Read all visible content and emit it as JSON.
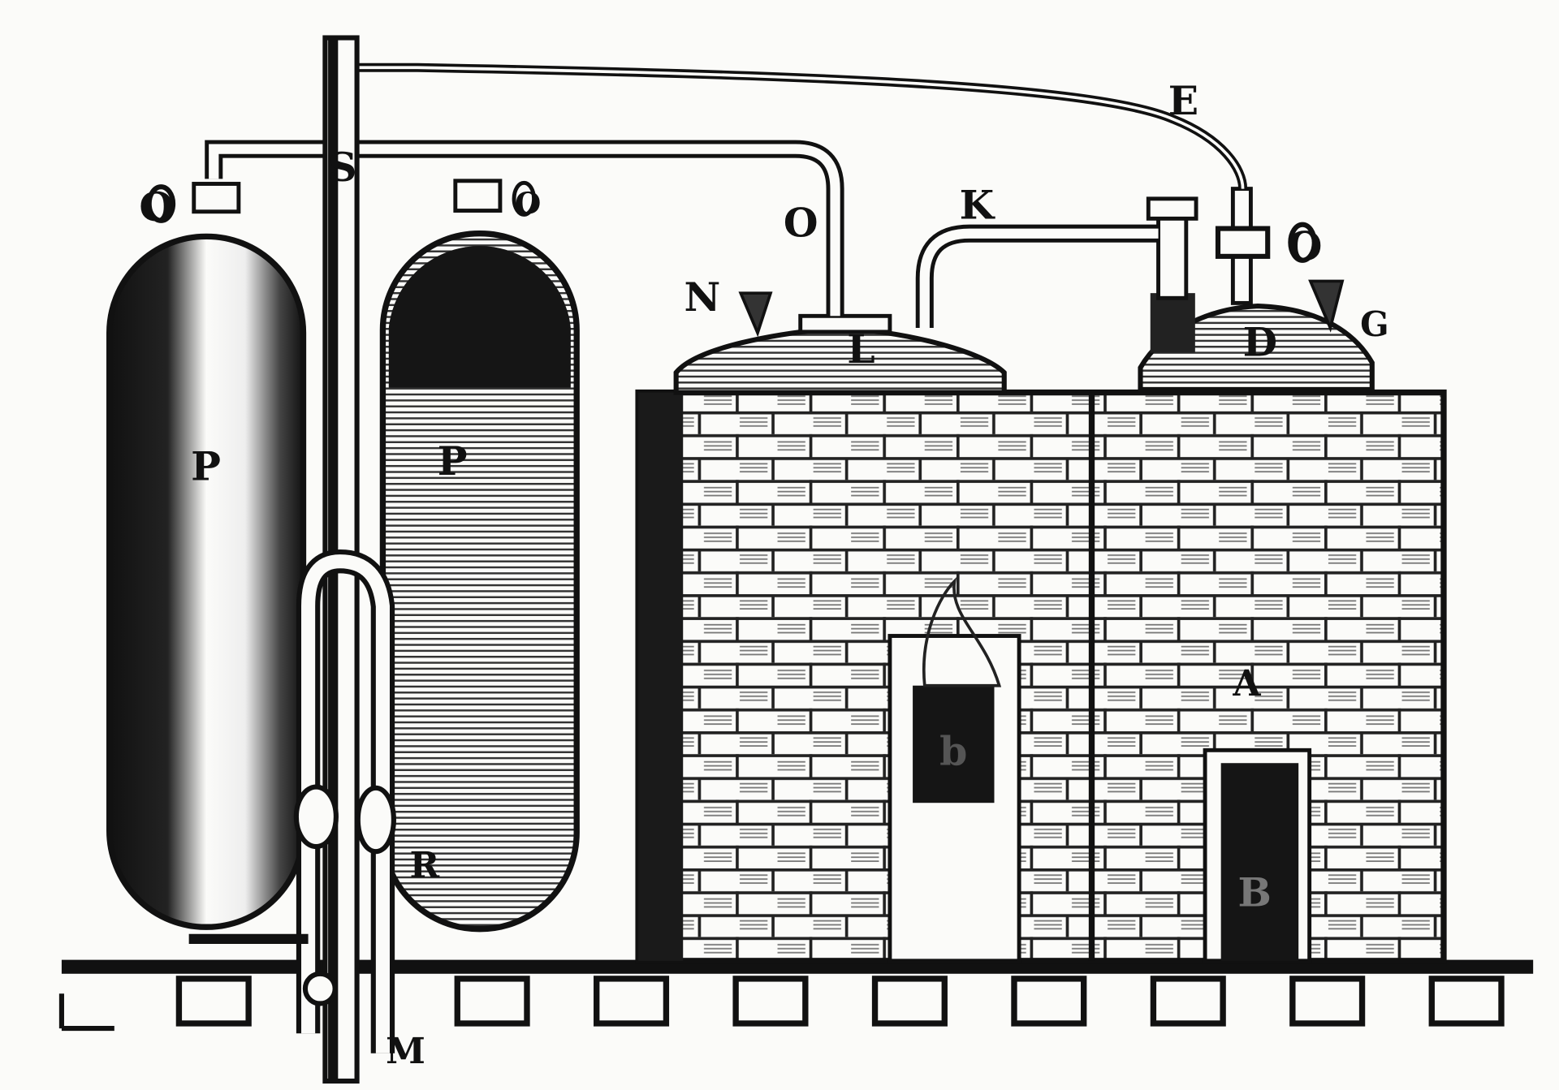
{
  "labels": {
    "E": "E",
    "S": "S",
    "O_pipe": "O",
    "O_left_tap": "O",
    "O_mid_tap": "O",
    "O_right_tap": "O",
    "K": "K",
    "N": "N",
    "L": "L",
    "D": "D",
    "G": "G",
    "P_left": "P",
    "P_right": "P",
    "A": "A",
    "b": "b",
    "B": "B",
    "R": "R",
    "M": "M"
  },
  "colors": {
    "ink": "#111111",
    "paper": "#fbfbf9"
  }
}
